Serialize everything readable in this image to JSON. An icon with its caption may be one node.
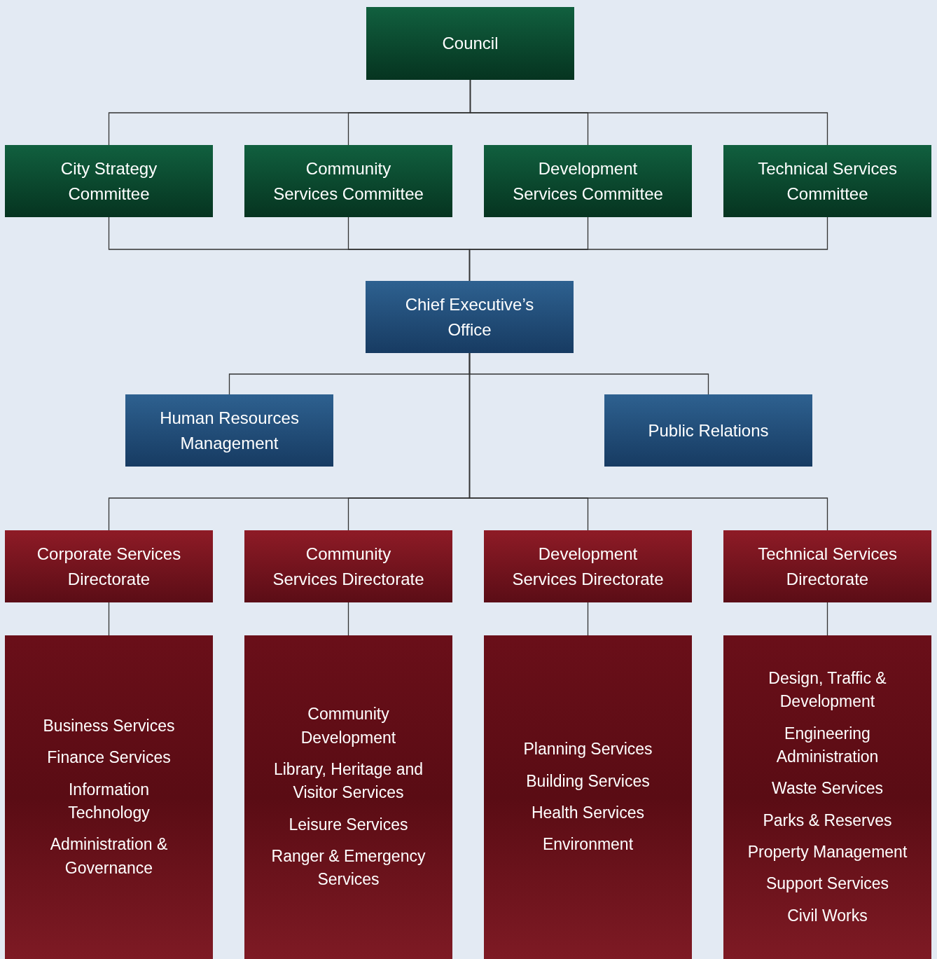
{
  "diagram": {
    "nodes": [
      {
        "text": [
          "Council"
        ]
      },
      {
        "text": [
          "City Strategy Committee"
        ]
      },
      {
        "text": [
          "Community Services Committee"
        ]
      },
      {
        "text": [
          "Development Services Committee"
        ]
      },
      {
        "text": [
          "Technical Services Committee"
        ]
      },
      {
        "text": [
          "Chief Executive’s Office"
        ]
      },
      {
        "text": [
          "Human Resources Management"
        ]
      },
      {
        "text": [
          "Public Relations"
        ]
      },
      {
        "text": [
          "Corporate Services Directorate"
        ]
      },
      {
        "text": [
          "Community Services Directorate"
        ]
      },
      {
        "text": [
          "Development Services Directorate"
        ]
      },
      {
        "text": [
          "Technical Services Directorate"
        ]
      },
      {
        "text": [
          "Business Services",
          "Finance Services",
          "Information Technology",
          "Administration & Governance"
        ]
      },
      {
        "text": [
          "Community Development",
          "Library, Heritage and Visitor Services",
          "Leisure Services",
          "Ranger & Emergency Services"
        ]
      },
      {
        "text": [
          "Planning Services",
          "Building Services",
          "Health Services",
          "Environment"
        ]
      },
      {
        "text": [
          "Design, Traffic & Development",
          "Engineering Administration",
          "Waste Services",
          "Parks & Reserves",
          "Property Management",
          "Support Services",
          "Civil Works"
        ]
      }
    ],
    "edges": [
      {
        "from": 0,
        "to": 1,
        "arrow": "none"
      },
      {
        "from": 0,
        "to": 2,
        "arrow": "none"
      },
      {
        "from": 0,
        "to": 3,
        "arrow": "none"
      },
      {
        "from": 0,
        "to": 4,
        "arrow": "none"
      },
      {
        "from": 1,
        "to": 5,
        "arrow": "none"
      },
      {
        "from": 2,
        "to": 5,
        "arrow": "none"
      },
      {
        "from": 3,
        "to": 5,
        "arrow": "none"
      },
      {
        "from": 4,
        "to": 5,
        "arrow": "none"
      },
      {
        "from": 5,
        "to": 6,
        "arrow": "none"
      },
      {
        "from": 5,
        "to": 7,
        "arrow": "none"
      },
      {
        "from": 5,
        "to": 8,
        "arrow": "none"
      },
      {
        "from": 5,
        "to": 9,
        "arrow": "none"
      },
      {
        "from": 5,
        "to": 10,
        "arrow": "none"
      },
      {
        "from": 5,
        "to": 11,
        "arrow": "none"
      },
      {
        "from": 8,
        "to": 12,
        "arrow": "none"
      },
      {
        "from": 9,
        "to": 13,
        "arrow": "none"
      },
      {
        "from": 10,
        "to": 14,
        "arrow": "none"
      },
      {
        "from": 11,
        "to": 15,
        "arrow": "none"
      }
    ]
  }
}
